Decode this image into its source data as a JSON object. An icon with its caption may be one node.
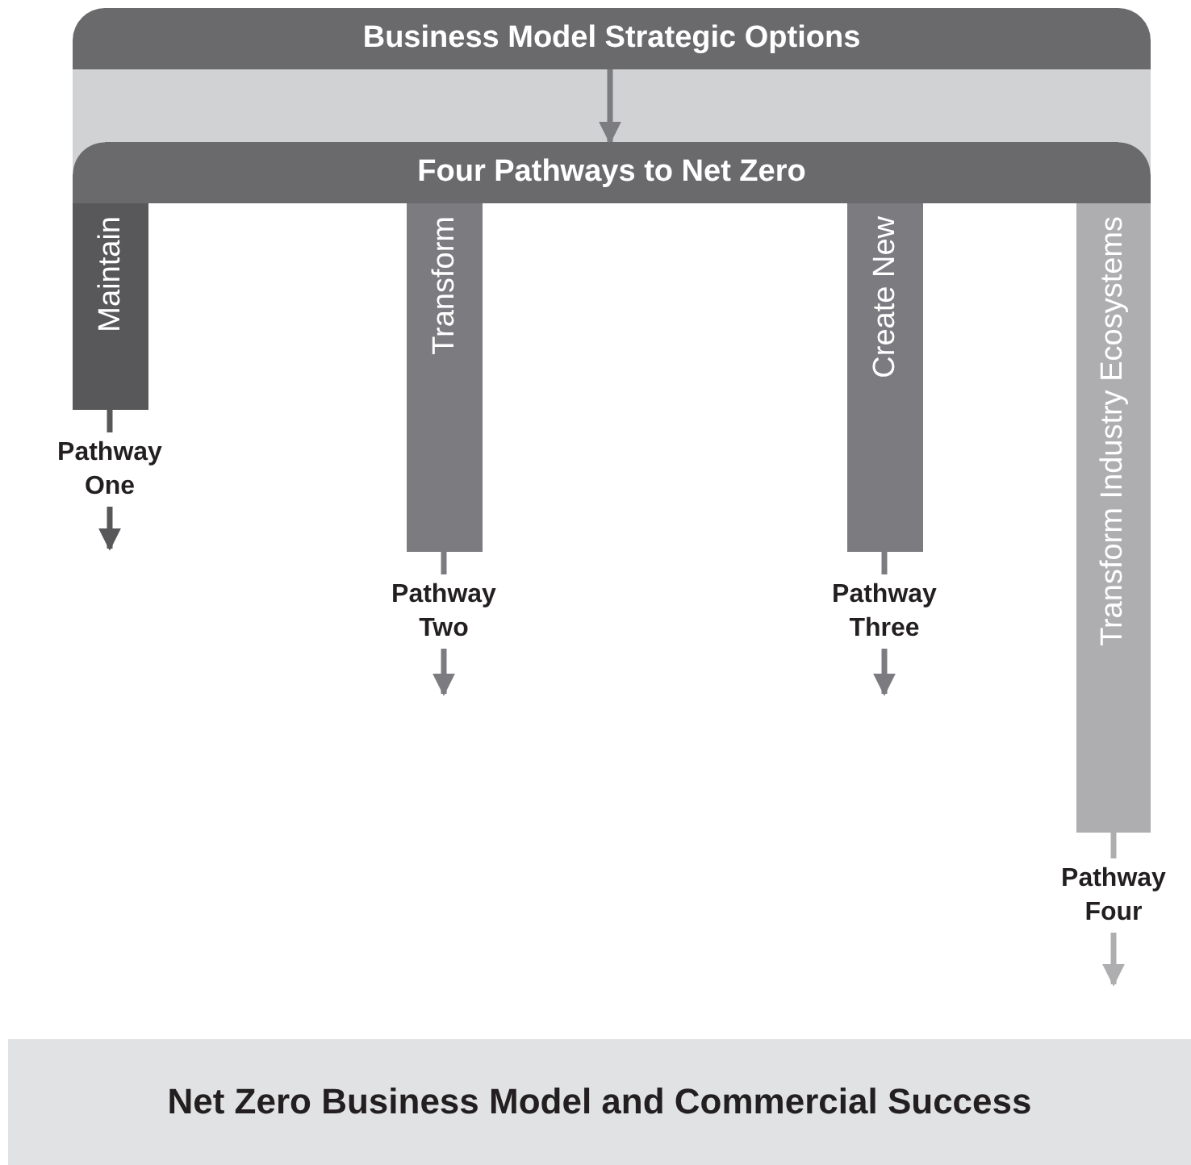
{
  "diagram": {
    "nodes": [
      {
        "text": [
          "Business Model Strategic Options"
        ]
      },
      {
        "text": [
          "Four Pathways to Net Zero"
        ]
      },
      {
        "text": [
          "Maintain"
        ]
      },
      {
        "text": [
          "Pathway One"
        ]
      },
      {
        "text": [
          "Transform"
        ]
      },
      {
        "text": [
          "Pathway Two"
        ]
      },
      {
        "text": [
          "Create New"
        ]
      },
      {
        "text": [
          "Pathway Three"
        ]
      },
      {
        "text": [
          "Transform Industry Ecosystems"
        ]
      },
      {
        "text": [
          "Pathway Four"
        ]
      },
      {
        "text": [
          "Net Zero Business Model and Commercial Success"
        ]
      }
    ],
    "edges": [
      {
        "from": 0,
        "to": 1,
        "arrow": "to"
      },
      {
        "from": 2,
        "to": 3,
        "arrow": "none",
        "color": "#58585a"
      },
      {
        "from": 3,
        "to": null,
        "arrow": "to",
        "color": "#58585a"
      },
      {
        "from": 4,
        "to": 5,
        "arrow": "none"
      },
      {
        "from": 5,
        "to": null,
        "arrow": "to"
      },
      {
        "from": 6,
        "to": 7,
        "arrow": "none"
      },
      {
        "from": 7,
        "to": null,
        "arrow": "to"
      },
      {
        "from": 8,
        "to": 9,
        "arrow": "none",
        "color": "#aeaeb0"
      },
      {
        "from": 9,
        "to": null,
        "arrow": "to",
        "color": "#aeaeb0"
      }
    ]
  }
}
